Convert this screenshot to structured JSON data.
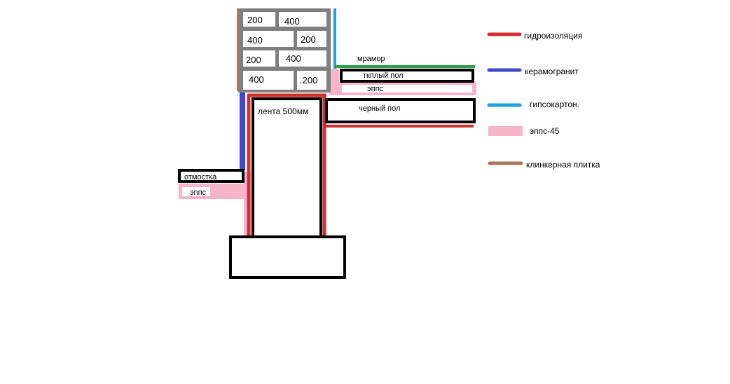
{
  "bricks": [
    "200",
    "400",
    "400",
    "200",
    "200",
    "400",
    "400",
    ".200"
  ],
  "labels": {
    "marble": "мрамор",
    "warm_floor": "ткплый пол",
    "epps_floor": "эппс",
    "rough_floor": "черный пол",
    "strip": "лента 500мм",
    "blind_area": "отмостка",
    "epps_ground": "эппс"
  },
  "legend": [
    {
      "label": "гидроизоляция",
      "color": "#d32f2f"
    },
    {
      "label": "керамогранит",
      "color": "#3f48cc"
    },
    {
      "label": "гипсокартон.",
      "color": "#1fa2d9"
    },
    {
      "label": "эппс-45",
      "color": "#f8b4c8"
    },
    {
      "label": "клинкерная плитка",
      "color": "#a87a5a"
    }
  ],
  "colors": {
    "brick_mortar": "#7f7f7f",
    "marble_line": "#2e9e4a"
  }
}
